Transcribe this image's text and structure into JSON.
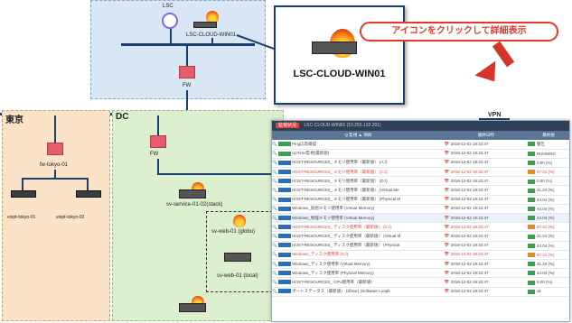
{
  "cloud": {
    "lsc_label": "LSC",
    "server_label": "LSC-CLOUD-WIN01",
    "fw_label": "FW"
  },
  "zoom": {
    "server_name": "LSC-CLOUD-WIN01"
  },
  "callout": {
    "text": "アイコンをクリックして詳細表示"
  },
  "vpn_label": "VPN",
  "tokyo": {
    "title": "東京",
    "fw_label": "fw-tokyo-01",
    "switch1_label": "voipt-tokyo-01",
    "switch2_label": "voipt-tokyo-02"
  },
  "dc": {
    "title": "DC",
    "fw_label": "FW",
    "service_label": "sv-service-01-02(stack)",
    "web_label": "sv-web-01 (globu)",
    "web_local_label": "sv-web-01 (local)"
  },
  "panel": {
    "tag": "監視状況",
    "title": "LSC-CLOUD-WIN01 (10.255.132.201)",
    "headers": [
      "Q 監視  ▲ 項目",
      "最終日時",
      "最終値"
    ],
    "rows": [
      {
        "name": "Ping応答確認",
        "time": "2018-12-02 19:22:47",
        "value": "警告",
        "red": false
      },
      {
        "name": "UpTime監視(最新値)",
        "time": "2018-12-02 19:22:47",
        "value": "RUNNING",
        "red": false
      },
      {
        "name": "HOST-RESOURCES_ メモリ使用率（最新値） (A:/)",
        "time": "2018-12-02 19:22:47",
        "value": "0.00 (%)",
        "red": false
      },
      {
        "name": "HOST-RESOURCES_ メモリ使用率（最新値） (C:/)",
        "time": "2018-12-02 19:22:47",
        "value": "87.21 (%)",
        "red": true
      },
      {
        "name": "HOST-RESOURCES_ メモリ使用率（最新値） (D:/)",
        "time": "2018-12-02 19:22:47",
        "value": "0.00 (%)",
        "red": false
      },
      {
        "name": "HOST-RESOURCES_ メモリ使用率（最新値） (Virtual Me",
        "time": "2018-12-02 19:22:47",
        "value": "41.24 (%)",
        "red": false
      },
      {
        "name": "HOST-RESOURCES_ メモリ使用率（最新値） (Physical M",
        "time": "2018-12-02 19:22:47",
        "value": "44.04 (%)",
        "red": false
      },
      {
        "name": "Windows_仮想メモリ使用率 (Virtual Memory)",
        "time": "2018-12-02 19:22:47",
        "value": "44.04 (%)",
        "red": false
      },
      {
        "name": "Windows_物理メモリ使用率 (Virtual Memory)",
        "time": "2018-12-02 19:22:47",
        "value": "44.04 (%)",
        "red": false
      },
      {
        "name": "HOST-RESOURCES_ ディスク使用率（最新値） (C:/)",
        "time": "2018-12-02 19:22:47",
        "value": "87.21 (%)",
        "red": true
      },
      {
        "name": "HOST-RESOURCES_ ディスク使用率（最新値） (Virtual M",
        "time": "2018-12-02 19:22:47",
        "value": "41.24 (%)",
        "red": false
      },
      {
        "name": "HOST-RESOURCES_ ディスク使用率（最新値） (Physical",
        "time": "2018-12-02 19:22:47",
        "value": "44.04 (%)",
        "red": false
      },
      {
        "name": "Windows_ディスク使用率 (C:/)",
        "time": "2018-12-02 19:22:47",
        "value": "87.21 (%)",
        "red": true
      },
      {
        "name": "Windows_ディスク使用率 (Virtual Memory)",
        "time": "2018-12-02 19:22:47",
        "value": "41.24 (%)",
        "red": false
      },
      {
        "name": "Windows_ディスク使用率 (Physical Memory)",
        "time": "2018-12-02 19:22:47",
        "value": "44.04 (%)",
        "red": false
      },
      {
        "name": "HOST-RESOURCES_ CPU使用率（最新値）",
        "time": "2018-12-02 19:22:47",
        "value": "5.00 (%)",
        "red": false
      },
      {
        "name": "ポートステータス（最新値） (Zbsor) (Software Loopb",
        "time": "2018-12-02 19:22:47",
        "value": "ok",
        "red": false
      }
    ]
  }
}
